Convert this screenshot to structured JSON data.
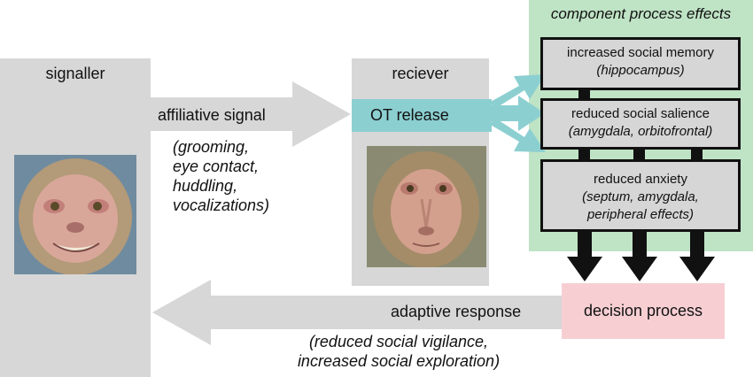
{
  "signaller": {
    "title": "signaller"
  },
  "receiver": {
    "title": "reciever",
    "ot_release": "OT release"
  },
  "affiliative": {
    "label": "affiliative signal",
    "examples": [
      "(grooming,",
      "eye contact,",
      "huddling,",
      "vocalizations)"
    ]
  },
  "component_panel": {
    "title": "component process effects",
    "effects": [
      {
        "label": "increased social memory",
        "sub": "(hippocampus)"
      },
      {
        "label": "reduced social salience",
        "sub": "(amygdala, orbitofrontal)"
      },
      {
        "label": "reduced anxiety",
        "sub": "(septum, amygdala, peripheral effects)"
      }
    ]
  },
  "decision": {
    "label": "decision process"
  },
  "adaptive": {
    "label": "adaptive response",
    "examples": [
      "(reduced social vigilance,",
      "increased social exploration)"
    ]
  },
  "colors": {
    "panel_green": "#bfe3c5",
    "teal": "#8ccfd1",
    "decision_pink": "#f7cfd3",
    "box_gray": "#d7d7d7"
  }
}
